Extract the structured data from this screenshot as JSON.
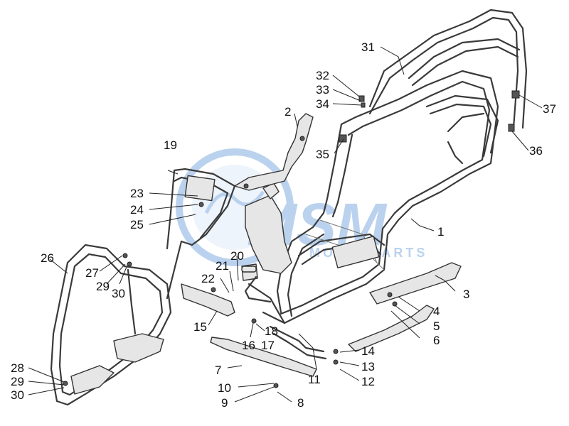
{
  "watermark": {
    "text": "MSM",
    "subtext": "MOTORPARTS"
  },
  "callouts": [
    {
      "id": "1",
      "text": "1"
    },
    {
      "id": "2",
      "text": "2"
    },
    {
      "id": "3",
      "text": "3"
    },
    {
      "id": "4",
      "text": "4"
    },
    {
      "id": "5",
      "text": "5"
    },
    {
      "id": "6",
      "text": "6"
    },
    {
      "id": "7",
      "text": "7"
    },
    {
      "id": "8",
      "text": "8"
    },
    {
      "id": "9",
      "text": "9"
    },
    {
      "id": "10",
      "text": "10"
    },
    {
      "id": "11",
      "text": "11"
    },
    {
      "id": "12",
      "text": "12"
    },
    {
      "id": "13",
      "text": "13"
    },
    {
      "id": "14",
      "text": "14"
    },
    {
      "id": "15",
      "text": "15"
    },
    {
      "id": "16",
      "text": "16"
    },
    {
      "id": "17",
      "text": "17"
    },
    {
      "id": "18",
      "text": "18"
    },
    {
      "id": "19",
      "text": "19"
    },
    {
      "id": "20",
      "text": "20"
    },
    {
      "id": "21",
      "text": "21"
    },
    {
      "id": "22",
      "text": "22"
    },
    {
      "id": "23",
      "text": "23"
    },
    {
      "id": "24",
      "text": "24"
    },
    {
      "id": "25",
      "text": "25"
    },
    {
      "id": "26",
      "text": "26"
    },
    {
      "id": "27",
      "text": "27"
    },
    {
      "id": "28",
      "text": "28"
    },
    {
      "id": "29a",
      "text": "29"
    },
    {
      "id": "29b",
      "text": "29"
    },
    {
      "id": "30a",
      "text": "30"
    },
    {
      "id": "30b",
      "text": "30"
    },
    {
      "id": "31",
      "text": "31"
    },
    {
      "id": "32",
      "text": "32"
    },
    {
      "id": "33",
      "text": "33"
    },
    {
      "id": "34",
      "text": "34"
    },
    {
      "id": "35",
      "text": "35"
    },
    {
      "id": "36",
      "text": "36"
    },
    {
      "id": "37",
      "text": "37"
    }
  ],
  "colors": {
    "line": "#3a3a3a",
    "watermark_blue": "#3b7fd0",
    "watermark_fill": "#cfe0f4"
  }
}
